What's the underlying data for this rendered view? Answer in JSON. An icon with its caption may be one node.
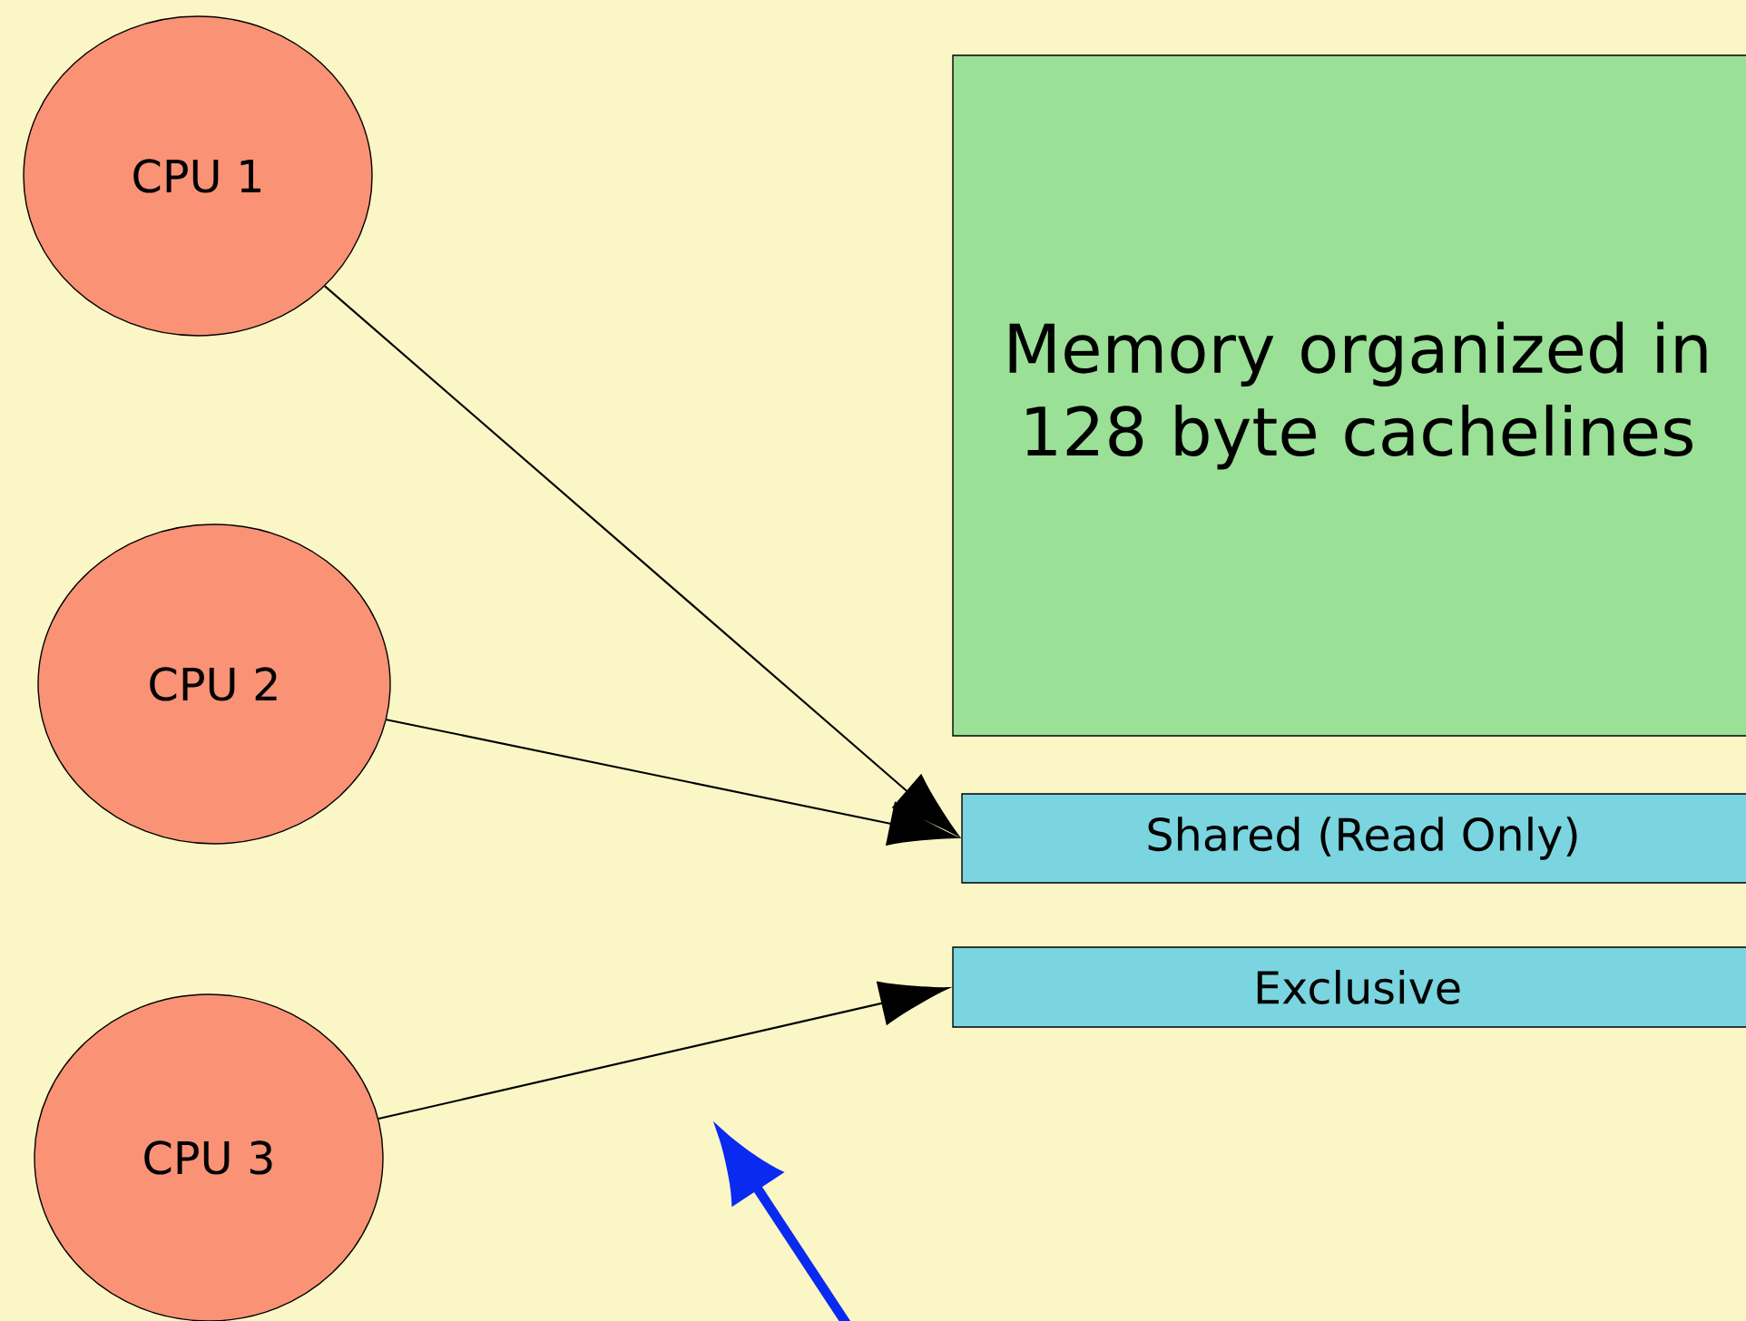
{
  "diagram": {
    "nodes": [
      {
        "text": [
          "CPU 1"
        ]
      },
      {
        "text": [
          "CPU 2"
        ]
      },
      {
        "text": [
          "CPU 3"
        ]
      },
      {
        "text": [
          "Memory organized in 128 byte cachelines"
        ]
      },
      {
        "text": [
          "Shared (Read Only)"
        ]
      },
      {
        "text": [
          "Exclusive"
        ]
      }
    ],
    "edges": [
      {
        "from": 0,
        "to": 4,
        "arrow": "to"
      },
      {
        "from": 1,
        "to": 4,
        "arrow": "to"
      },
      {
        "from": 2,
        "to": 5,
        "arrow": "to"
      }
    ]
  }
}
